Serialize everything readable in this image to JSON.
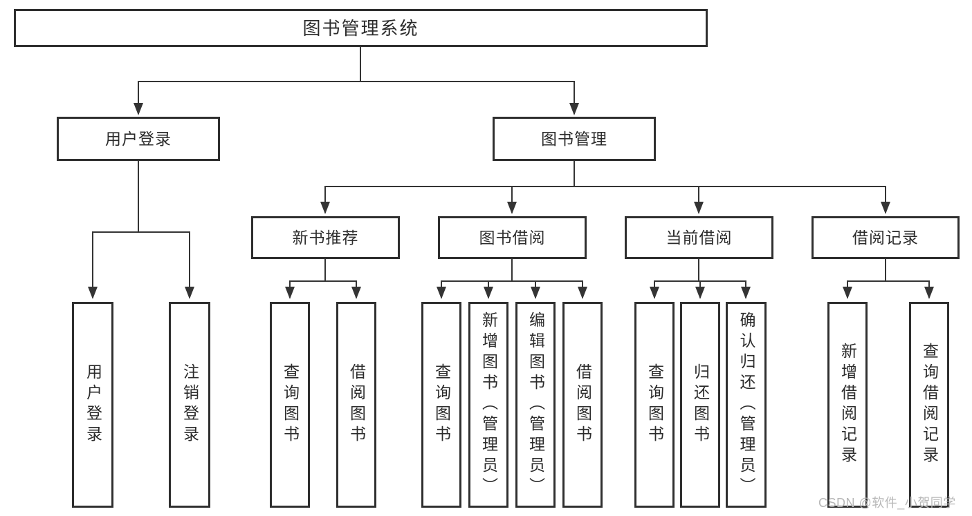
{
  "title": "图书管理系统",
  "colors": {
    "background": "#ffffff",
    "line": "#343434",
    "border": "#2f2f2f",
    "text": "#2c2c2c",
    "watermark": "#b8b8b8"
  },
  "watermark": {
    "text": "CSDN @软件_小贺同学"
  },
  "tree": {
    "root": {
      "label": "图书管理系统"
    },
    "level2": [
      {
        "label": "用户登录",
        "children": [
          {
            "label": "用户登录"
          },
          {
            "label": "注销登录"
          }
        ]
      },
      {
        "label": "图书管理",
        "children": [
          {
            "label": "新书推荐",
            "children": [
              {
                "label": "查询图书"
              },
              {
                "label": "借阅图书"
              }
            ]
          },
          {
            "label": "图书借阅",
            "children": [
              {
                "label": "查询图书"
              },
              {
                "label": "新增图书（管理员）"
              },
              {
                "label": "编辑图书（管理员）"
              },
              {
                "label": "借阅图书"
              }
            ]
          },
          {
            "label": "当前借阅",
            "children": [
              {
                "label": "查询图书"
              },
              {
                "label": "归还图书"
              },
              {
                "label": "确认归还（管理员）"
              }
            ]
          },
          {
            "label": "借阅记录",
            "children": [
              {
                "label": "新增借阅记录"
              },
              {
                "label": "查询借阅记录"
              }
            ]
          }
        ]
      }
    ]
  }
}
